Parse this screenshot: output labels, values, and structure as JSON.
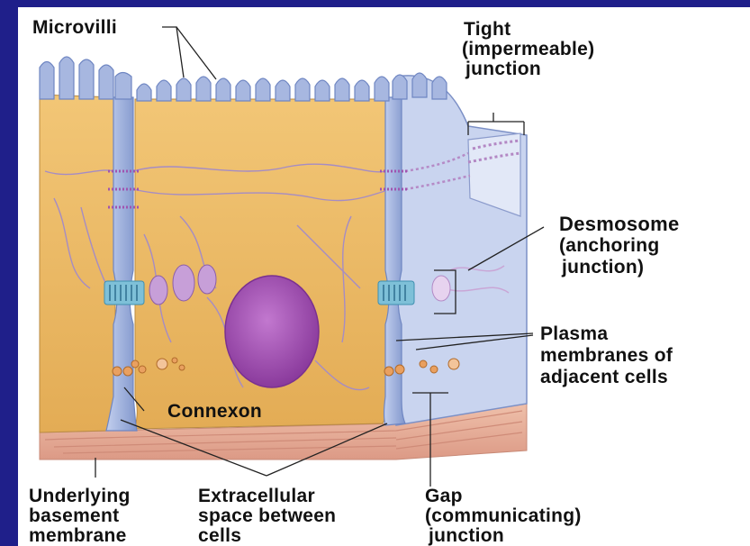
{
  "colors": {
    "frame": "#1f1f8a",
    "cell": "#e8b860",
    "membrane": "#9fb2dc",
    "nucleus": "#a24fb2",
    "basement": "#eab19c"
  },
  "labels": {
    "microvilli": "Microvilli",
    "tight_1": "Tight",
    "tight_2": "(impermeable)",
    "tight_3": "junction",
    "desmo_1": "Desmosome",
    "desmo_2": "(anchoring",
    "desmo_3": "junction)",
    "plasma_1": "Plasma",
    "plasma_2": "membranes of",
    "plasma_3": "adjacent cells",
    "connexon": "Connexon",
    "under_1": "Underlying",
    "under_2": "basement",
    "under_3": "membrane",
    "extra_1": "Extracellular",
    "extra_2": "space between",
    "extra_3": "cells",
    "gap_1": "Gap",
    "gap_2": "(communicating)",
    "gap_3": "junction"
  }
}
